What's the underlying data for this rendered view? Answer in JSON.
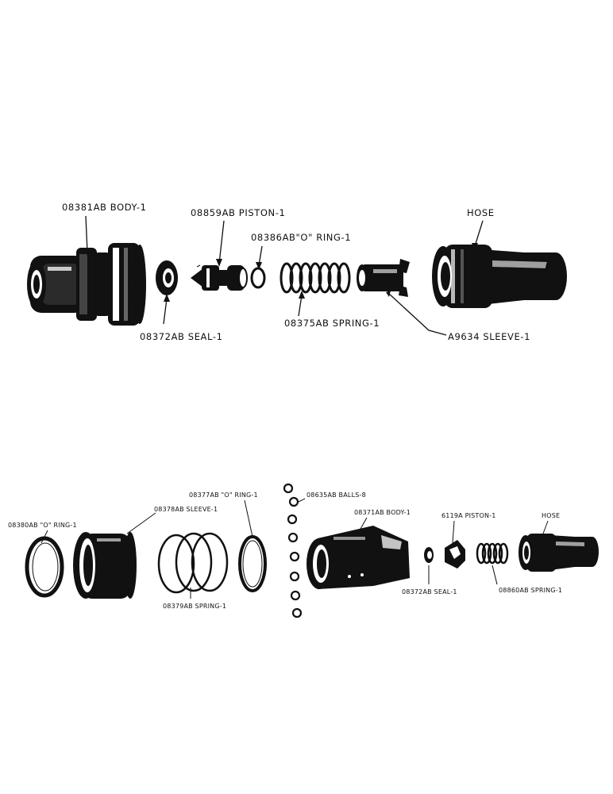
{
  "top_assembly": {
    "body": "08381AB BODY-1",
    "piston": "08859AB PISTON-1",
    "o_ring": "08386AB\"O\" RING-1",
    "seal": "08372AB SEAL-1",
    "spring": "08375AB SPRING-1",
    "sleeve": "A9634 SLEEVE-1",
    "hose": "HOSE"
  },
  "bottom_assembly": {
    "o_ring_outer": "08380AB \"O\" RING-1",
    "sleeve": "08378AB SLEEVE-1",
    "o_ring": "08377AB \"O\" RING-1",
    "spring": "08379AB SPRING-1",
    "balls": "08635AB BALLS-8",
    "body": "08371AB BODY-1",
    "piston": "6119A PISTON-1",
    "hose": "HOSE",
    "seal": "08372AB SEAL-1",
    "spring_small": "08860AB SPRING-1"
  }
}
